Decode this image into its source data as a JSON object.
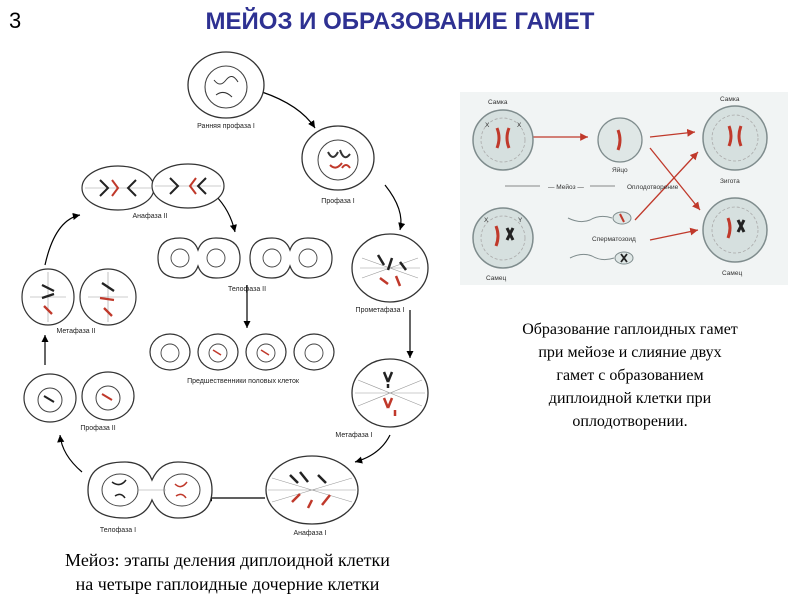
{
  "slide_number": "3",
  "title": "МЕЙОЗ И ОБРАЗОВАНИЕ ГАМЕТ",
  "left_diagram": {
    "stages": {
      "early_prophase": "Ранняя профаза I",
      "prophase1": "Профаза I",
      "prometaphase1": "Прометафаза I",
      "metaphase1": "Метафаза I",
      "anaphase1": "Анафаза I",
      "telophase1": "Телофаза I",
      "prophase2": "Профаза II",
      "metaphase2": "Метафаза II",
      "anaphase2": "Анафаза II",
      "telophase2": "Телофаза II",
      "precursors": "Предшественники половых клеток"
    },
    "caption_line1": "Мейоз: этапы деления диплоидной клетки",
    "caption_line2": "на четыре гаплоидные дочерние клетки"
  },
  "right_diagram": {
    "female": "Самка",
    "male": "Самец",
    "female_right": "Самка",
    "male_right": "Самец",
    "meiosis": "— Мейоз —",
    "egg": "Яйцо",
    "fertilization": "Оплодотворение",
    "zygote": "Зигота",
    "sperm": "Сперматозоид",
    "x_mark": "X",
    "y_mark": "Y",
    "caption_lines": [
      "Образование гаплоидных гамет",
      "при мейозе и слияние двух",
      "гамет с образованием",
      "диплоидной клетки при",
      "оплодотворении."
    ]
  },
  "colors": {
    "title": "#2e3192",
    "chromosome_red": "#c0392b",
    "panel_bg": "#f1f4f4"
  }
}
